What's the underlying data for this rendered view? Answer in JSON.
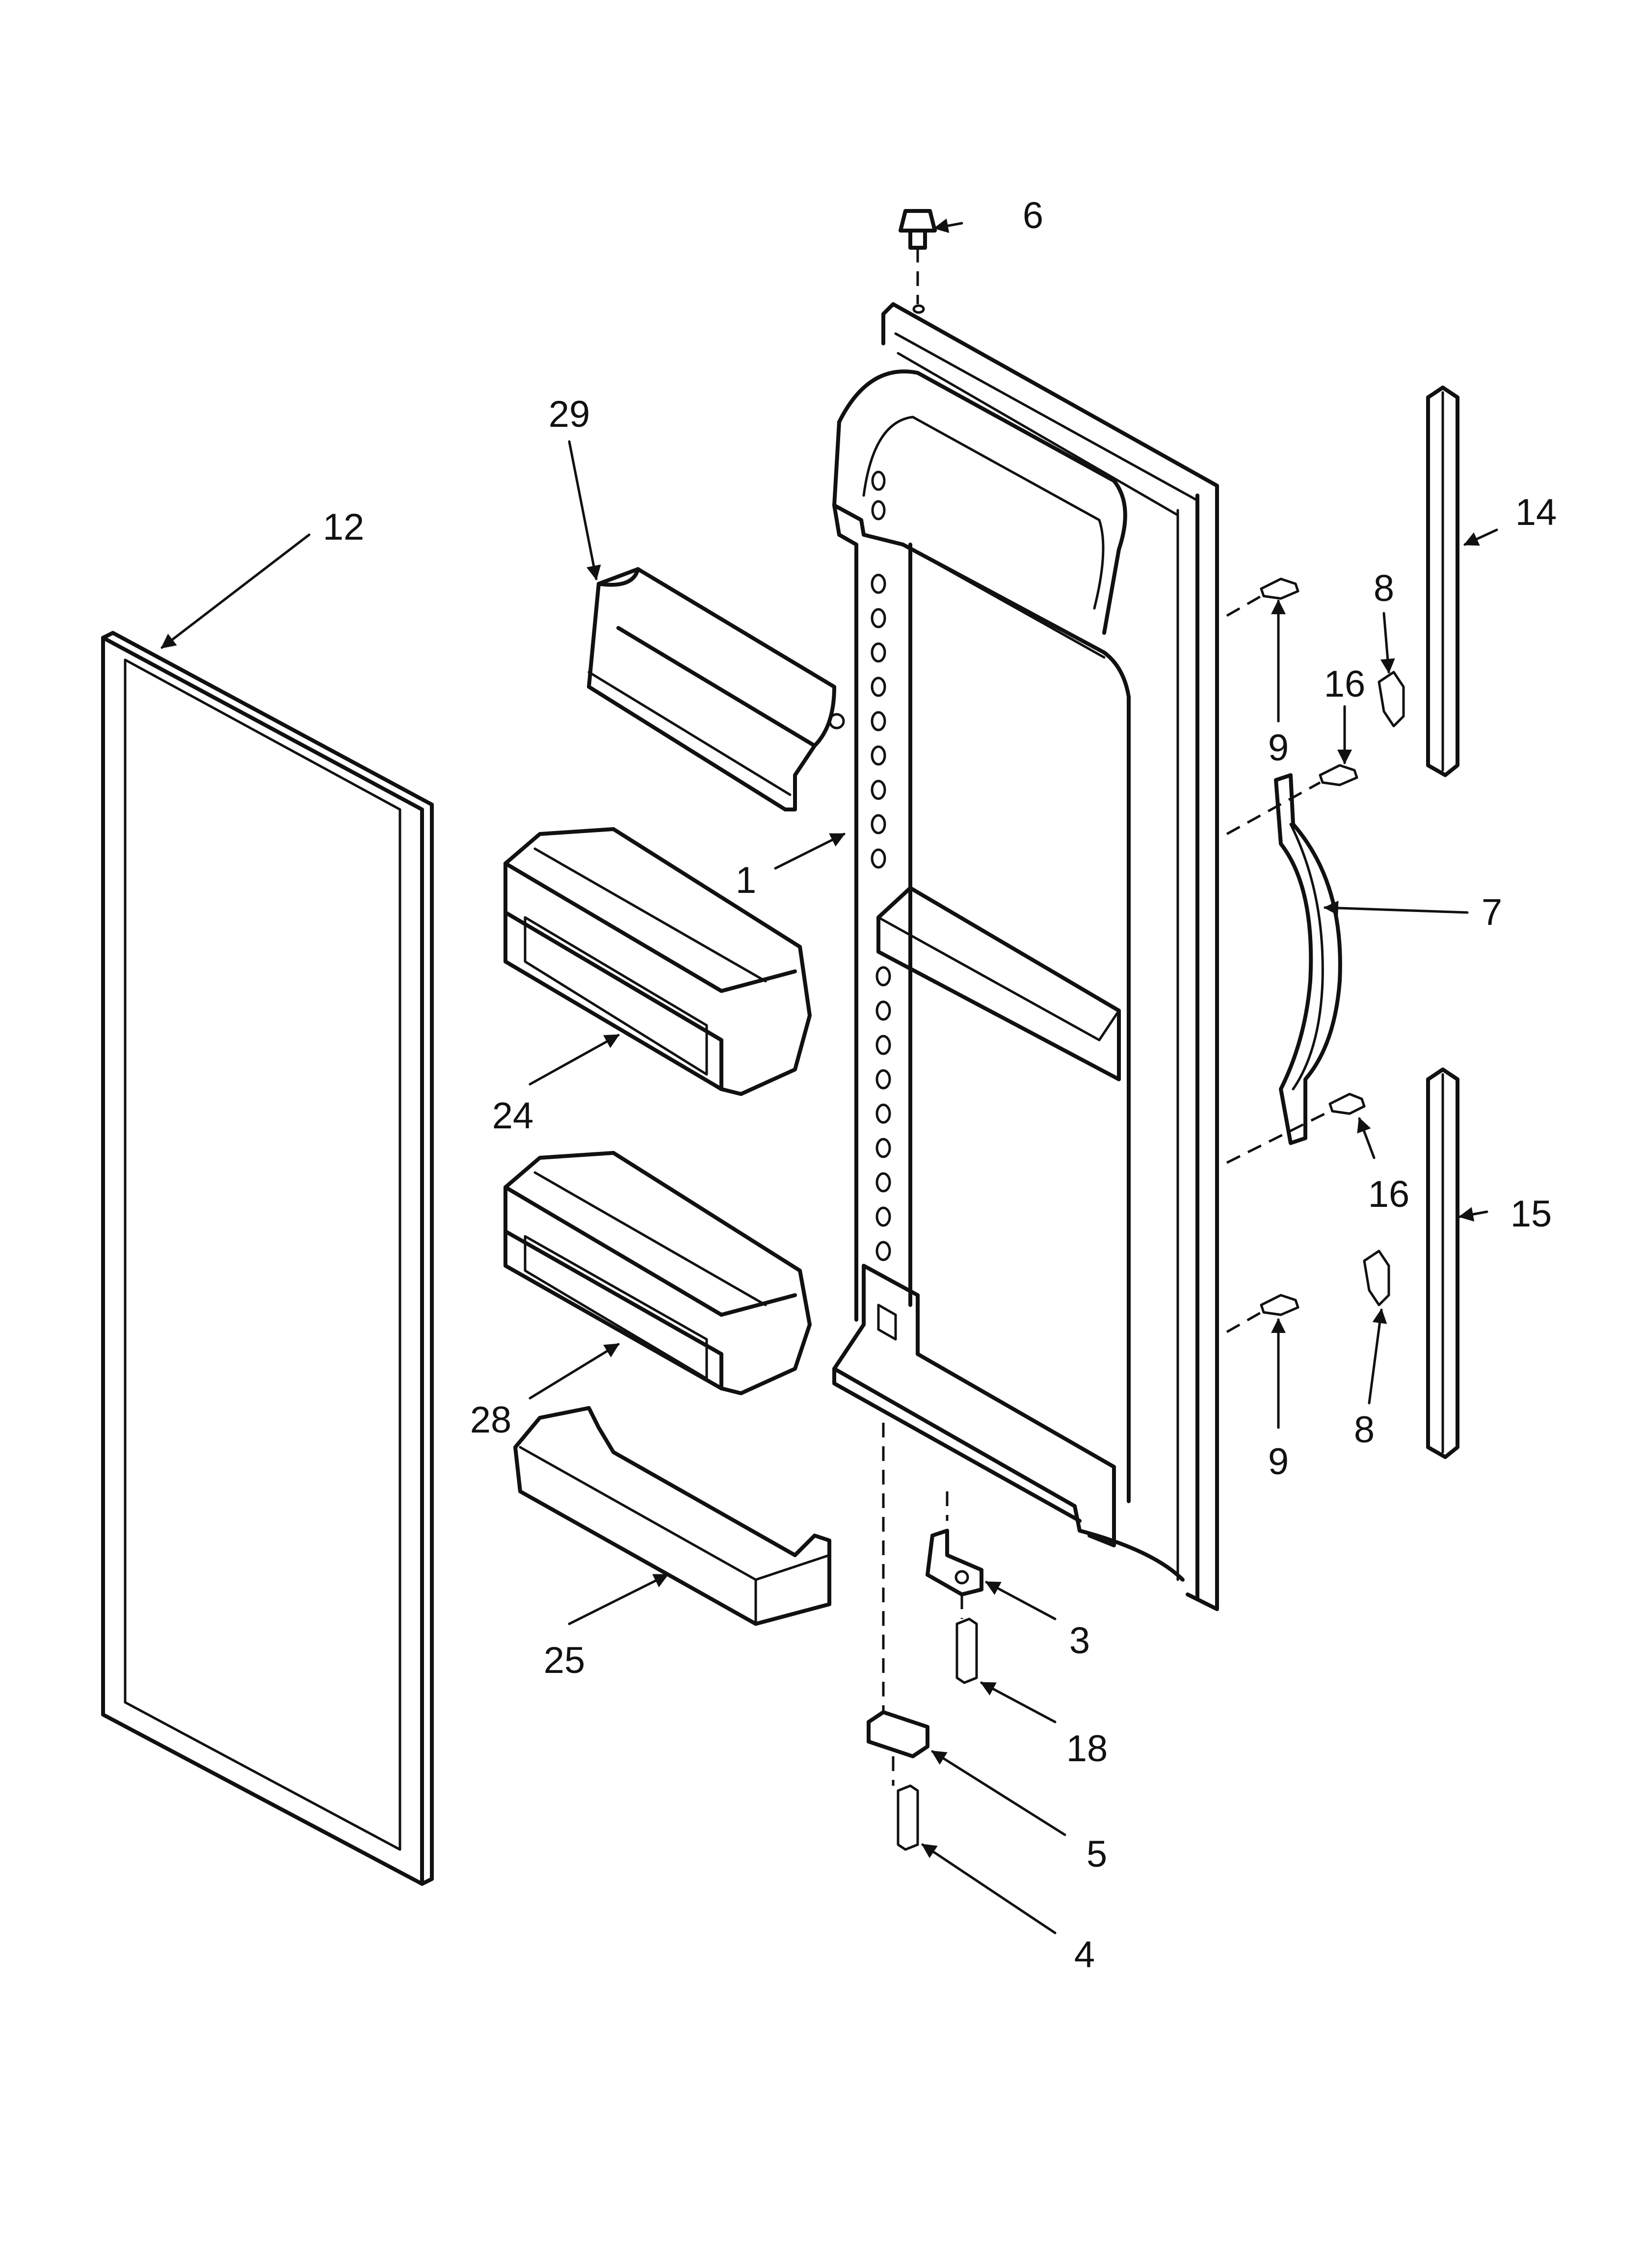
{
  "callouts": {
    "c1": "1",
    "c3": "3",
    "c4": "4",
    "c5": "5",
    "c6": "6",
    "c7": "7",
    "c8a": "8",
    "c8b": "8",
    "c9a": "9",
    "c9b": "9",
    "c12": "12",
    "c14": "14",
    "c15": "15",
    "c16a": "16",
    "c16b": "16",
    "c18": "18",
    "c24": "24",
    "c25": "25",
    "c28": "28",
    "c29": "29"
  }
}
